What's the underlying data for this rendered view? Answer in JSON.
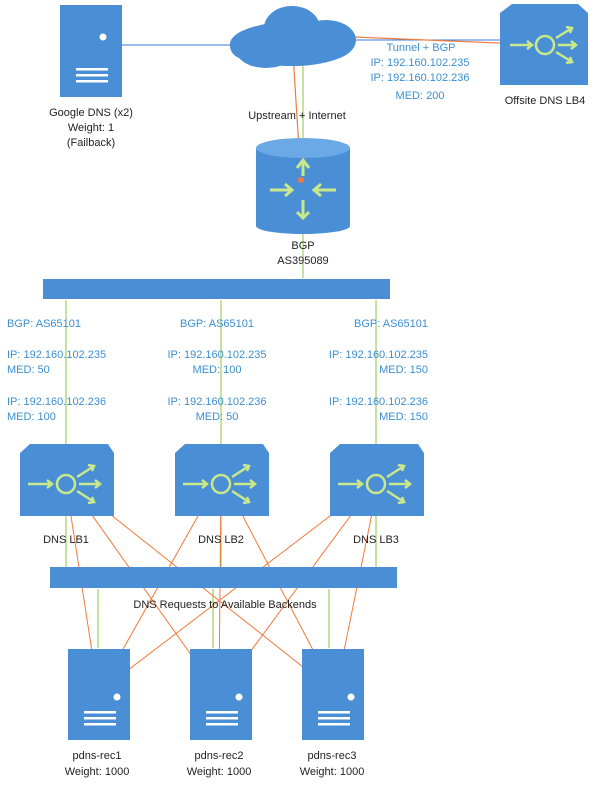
{
  "colors": {
    "device_fill": "#4a8fd6",
    "device_top": "#6aa8e6",
    "link_green": "#8cc63f",
    "link_orange": "#f07a3a",
    "line_blue": "#3b7dd8",
    "bgp_text": "#3b8fd0"
  },
  "nodes": {
    "google_dns": {
      "lines": [
        "Google DNS (x2)",
        "Weight: 1",
        "(Failback)"
      ],
      "icon": "server-icon"
    },
    "internet": {
      "label": "Upstream + Internet",
      "icon": "cloud-icon"
    },
    "offsite_lb4": {
      "label": "Offsite DNS LB4",
      "icon": "load-balancer-icon"
    },
    "tunnel": {
      "lines": [
        "Tunnel + BGP",
        "IP: 192.160.102.235",
        "IP: 192.160.102.236",
        "MED: 200"
      ]
    },
    "bgp_router": {
      "lines": [
        "BGP",
        "AS395089"
      ],
      "icon": "router-icon"
    },
    "lb_columns": [
      {
        "as": "BGP: AS65101",
        "ip1": "IP: 192.160.102.235",
        "med1": "MED: 50",
        "ip2": "IP: 192.160.102.236",
        "med2": "MED: 100",
        "label": "DNS LB1"
      },
      {
        "as": "BGP: AS65101",
        "ip1": "IP: 192.160.102.235",
        "med1": "MED: 100",
        "ip2": "IP: 192.160.102.236",
        "med2": "MED: 50",
        "label": "DNS LB2"
      },
      {
        "as": "BGP: AS65101",
        "ip1": "IP: 192.160.102.235",
        "med1": "MED: 150",
        "ip2": "IP: 192.160.102.236",
        "med2": "MED: 150",
        "label": "DNS LB3"
      }
    ],
    "backend_bus": {
      "label": "DNS Requests to Available Backends"
    },
    "backends": [
      {
        "name": "pdns-rec1",
        "weight": "Weight: 1000"
      },
      {
        "name": "pdns-rec2",
        "weight": "Weight: 1000"
      },
      {
        "name": "pdns-rec3",
        "weight": "Weight: 1000"
      }
    ]
  }
}
